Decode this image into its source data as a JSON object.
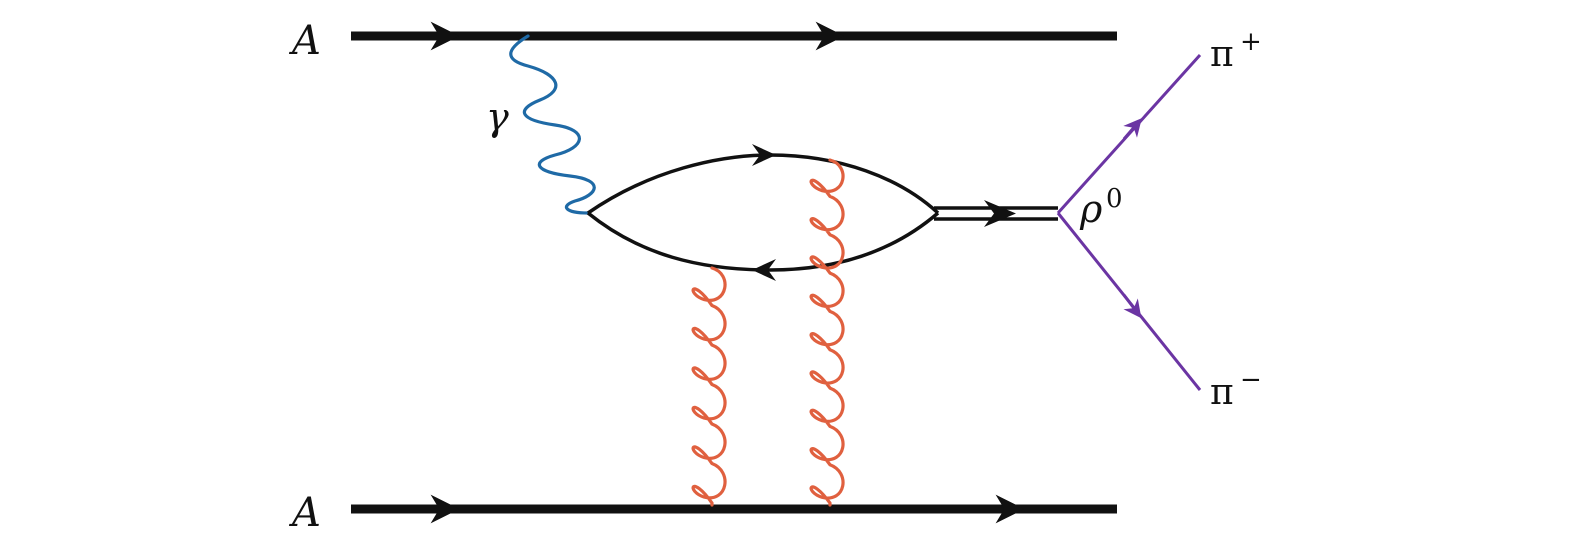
{
  "diagram": {
    "type": "feynman-diagram",
    "labels": {
      "nucleus_top": "A",
      "nucleus_bottom": "A",
      "photon": "γ",
      "meson": "ρ",
      "meson_sup": "0",
      "pion_plus": "π",
      "pion_plus_sup": "+",
      "pion_minus": "π",
      "pion_minus_sup": "−"
    },
    "colors": {
      "fermion": "#111111",
      "photon": "#1f6aa6",
      "gluon": "#e0603f",
      "pion": "#6b35a3"
    },
    "particles": [
      {
        "name": "nucleus",
        "line": "thick-solid-arrow"
      },
      {
        "name": "photon",
        "line": "wavy"
      },
      {
        "name": "quark-loop",
        "line": "solid-arrow"
      },
      {
        "name": "gluon",
        "line": "curly",
        "count": 2
      },
      {
        "name": "rho-meson",
        "line": "double-arrow"
      },
      {
        "name": "pion",
        "line": "solid-arrow",
        "count": 2
      }
    ]
  }
}
